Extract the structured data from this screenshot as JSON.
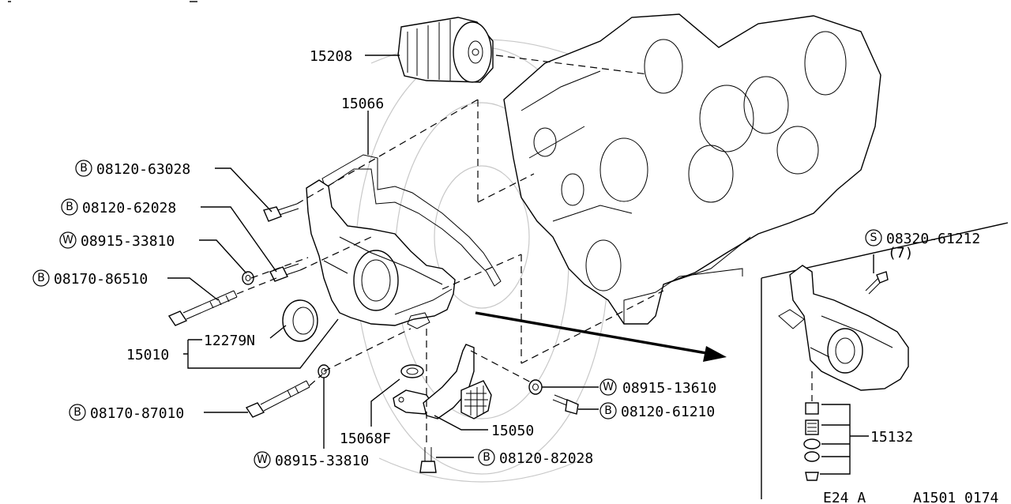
{
  "labels": {
    "oil_filter": "15208",
    "gasket": "15066",
    "bolt_1": "08120-63028",
    "bolt_2": "08120-62028",
    "washer_1": "08915-33810",
    "bolt_3": "08170-86510",
    "oil_seal": "12279N",
    "oil_pump": "15010",
    "bolt_4": "08170-87010",
    "washer_2": "08915-33810",
    "strainer_gasket": "15068F",
    "strainer": "15050",
    "bolt_5": "08120-82028",
    "washer_3": "08915-13610",
    "bolt_6": "08120-61210",
    "inset_bolt": "08320-61212",
    "inset_qty": "(7)",
    "relief_valve": "15132",
    "engine_code": "E24 A",
    "diagram_code": "A1501 0174"
  },
  "markers": {
    "bolt": "B",
    "washer": "W",
    "screw": "S"
  }
}
